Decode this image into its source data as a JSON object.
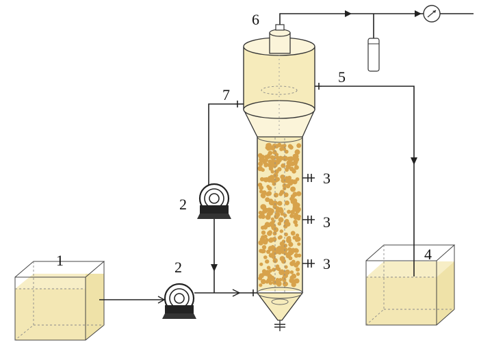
{
  "labels": {
    "feed_tank": "1",
    "feed_pump": "2",
    "recycle_pump": "2",
    "sample_port_upper": "3",
    "sample_port_middle": "3",
    "sample_port_lower": "3",
    "effluent_tank": "4",
    "effluent_outlet": "5",
    "gas_outlet": "6",
    "recycle_outlet": "7"
  },
  "colors": {
    "liquid": "#f6ebbb",
    "tank_liquid": "#f3e7b4",
    "granule": "#d7a24b",
    "outline": "#333333"
  }
}
